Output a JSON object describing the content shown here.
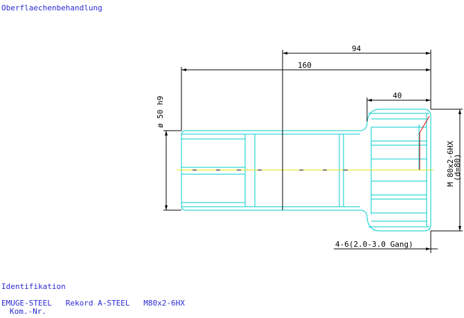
{
  "header": {
    "surface_treatment": "Oberflaechenbehandlung"
  },
  "drawing": {
    "dim_overall_length": "160",
    "dim_partial_length": "94",
    "dim_thread_length": "40",
    "dim_shank_diameter": "ø 50 h9",
    "thread_spec": "M 80x2-6HX",
    "thread_core": "(d=80)",
    "chamfer_note": "4-6(2.0-3.0 Gang)"
  },
  "footer": {
    "identification_label": "Identifikation",
    "product_line": "EMUGE-STEEL   Rekord A-STEEL   M80x2-6HX",
    "comm_no": "Kom.-Nr."
  },
  "colors": {
    "text": "#2a2ad6",
    "outline": "#00cccc",
    "dimension": "#000000",
    "centerline": "#e6e600",
    "highlight": "#e60000"
  }
}
